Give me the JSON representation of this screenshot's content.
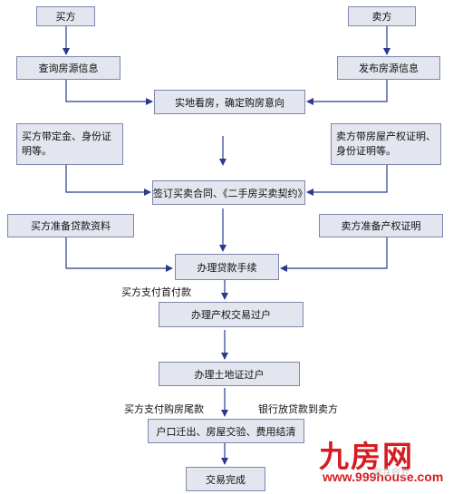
{
  "boxes": {
    "buyer": "买方",
    "seller": "卖方",
    "query_info": "查询房源信息",
    "publish_info": "发布房源信息",
    "view_house": "实地看房，确定购房意向",
    "buyer_docs": "买方带定金、身份证明等。",
    "seller_docs": "卖方带房屋产权证明、身份证明等。",
    "sign_contract": "签订买卖合同、《二手房买卖契约》",
    "buyer_loan_docs": "买方准备贷款资料",
    "seller_prep": "卖方准备产权证明",
    "loan_process": "办理贷款手续",
    "property_transfer": "办理产权交易过户",
    "land_transfer": "办理土地证过户",
    "final_settlement": "户口迁出、房屋交验、费用结清",
    "complete": "交易完成"
  },
  "labels": {
    "down_payment": "买方支付首付款",
    "final_payment": "买方支付购房尾款",
    "bank_loan": "银行放贷款到卖方"
  },
  "logo": {
    "name": "九房网",
    "url": "www.999house.com",
    "watermark": "我在鼎业"
  },
  "colors": {
    "box_fill": "#e3e5ef",
    "box_border": "#7f86ad",
    "arrow": "#2b3a8c",
    "logo_red": "#d51d21"
  }
}
